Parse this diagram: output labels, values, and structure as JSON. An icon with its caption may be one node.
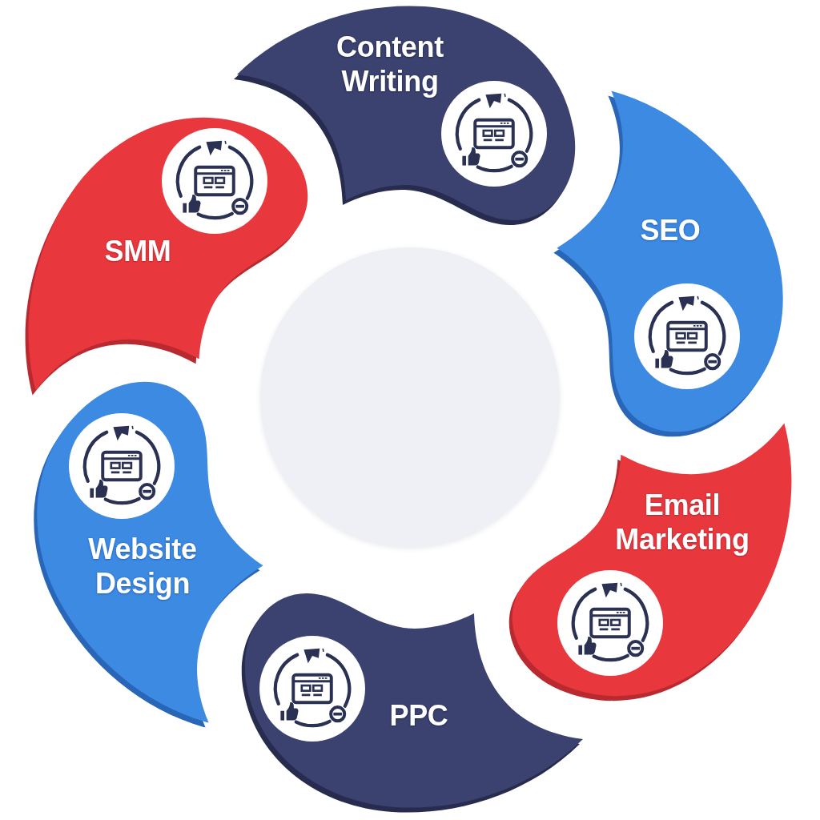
{
  "diagram": {
    "nodes": [
      {
        "text": [
          "Content Writing"
        ]
      },
      {
        "text": [
          "SEO"
        ]
      },
      {
        "text": [
          "Email Marketing"
        ]
      },
      {
        "text": [
          "PPC"
        ]
      },
      {
        "text": [
          "Website Design"
        ]
      },
      {
        "text": [
          "SMM"
        ]
      },
      {
        "text": [],
        "shape": "circle"
      }
    ]
  }
}
